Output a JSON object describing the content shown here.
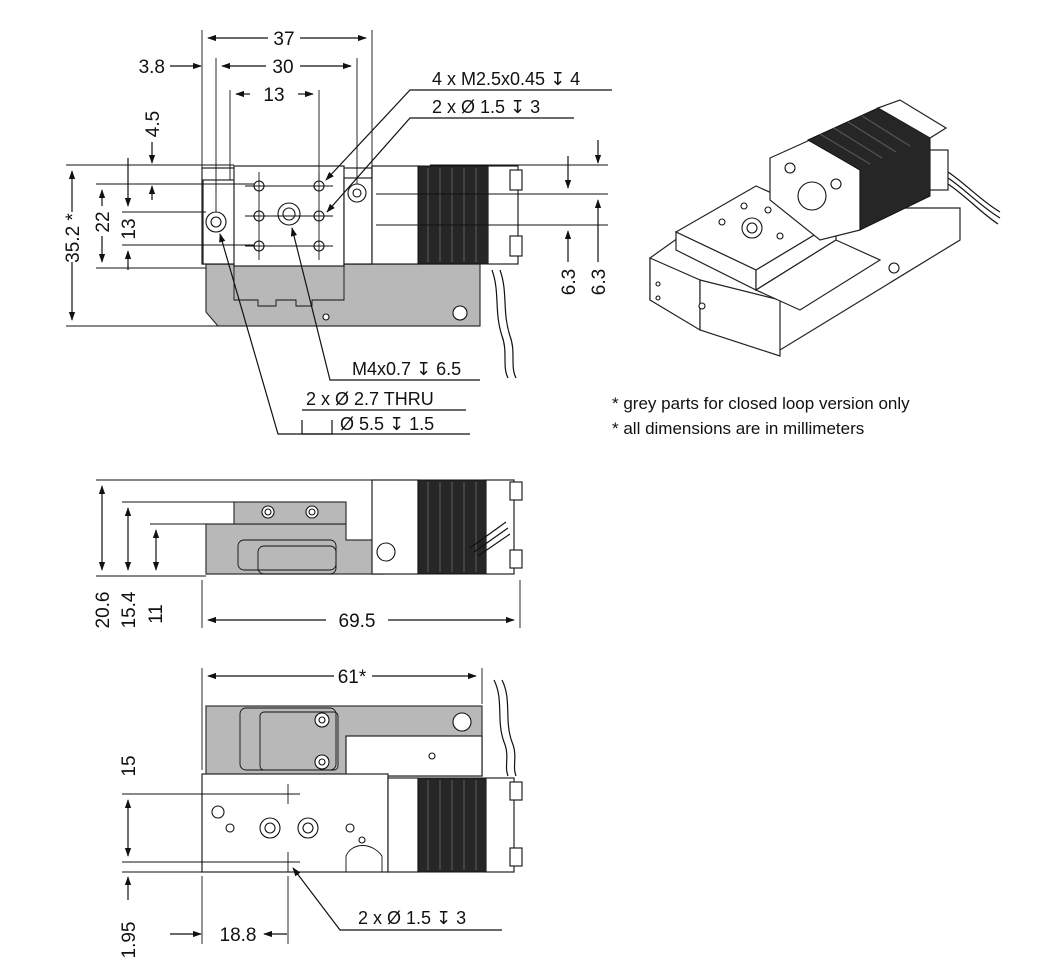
{
  "colors": {
    "grey_parts": "#b8b8b8",
    "motor": "#262626",
    "line": "#111111",
    "background": "#ffffff"
  },
  "top_view": {
    "dims": {
      "width_37": "37",
      "width_30": "30",
      "width_13": "13",
      "offset_3_8": "3.8",
      "height_4_5": "4.5",
      "height_35_2": "35.2 *",
      "height_22": "22",
      "height_13": "13",
      "right_6_3_a": "6.3",
      "right_6_3_b": "6.3"
    },
    "callouts": {
      "thread_m25": "4 x M2.5x0.45 ↧ 4",
      "hole_15": "2 x Ø 1.5 ↧ 3",
      "thread_m4": "M4x0.7 ↧ 6.5",
      "thru_hole": "2 x Ø  2.7  THRU",
      "cbore": "Ø  5.5 ↧ 1.5"
    }
  },
  "side_view": {
    "dims": {
      "height_20_6": "20.6",
      "height_15_4": "15.4",
      "height_11": "11",
      "length_69_5": "69.5"
    }
  },
  "front_view": {
    "dims": {
      "width_61": "61*",
      "height_15": "15",
      "offset_1_95": "1.95",
      "offset_18_8": "18.8"
    },
    "callouts": {
      "hole_15": "2 x  Ø  1.5 ↧ 3"
    }
  },
  "notes": {
    "grey_parts": "* grey parts for closed loop version only",
    "units": "* all dimensions are in millimeters"
  }
}
